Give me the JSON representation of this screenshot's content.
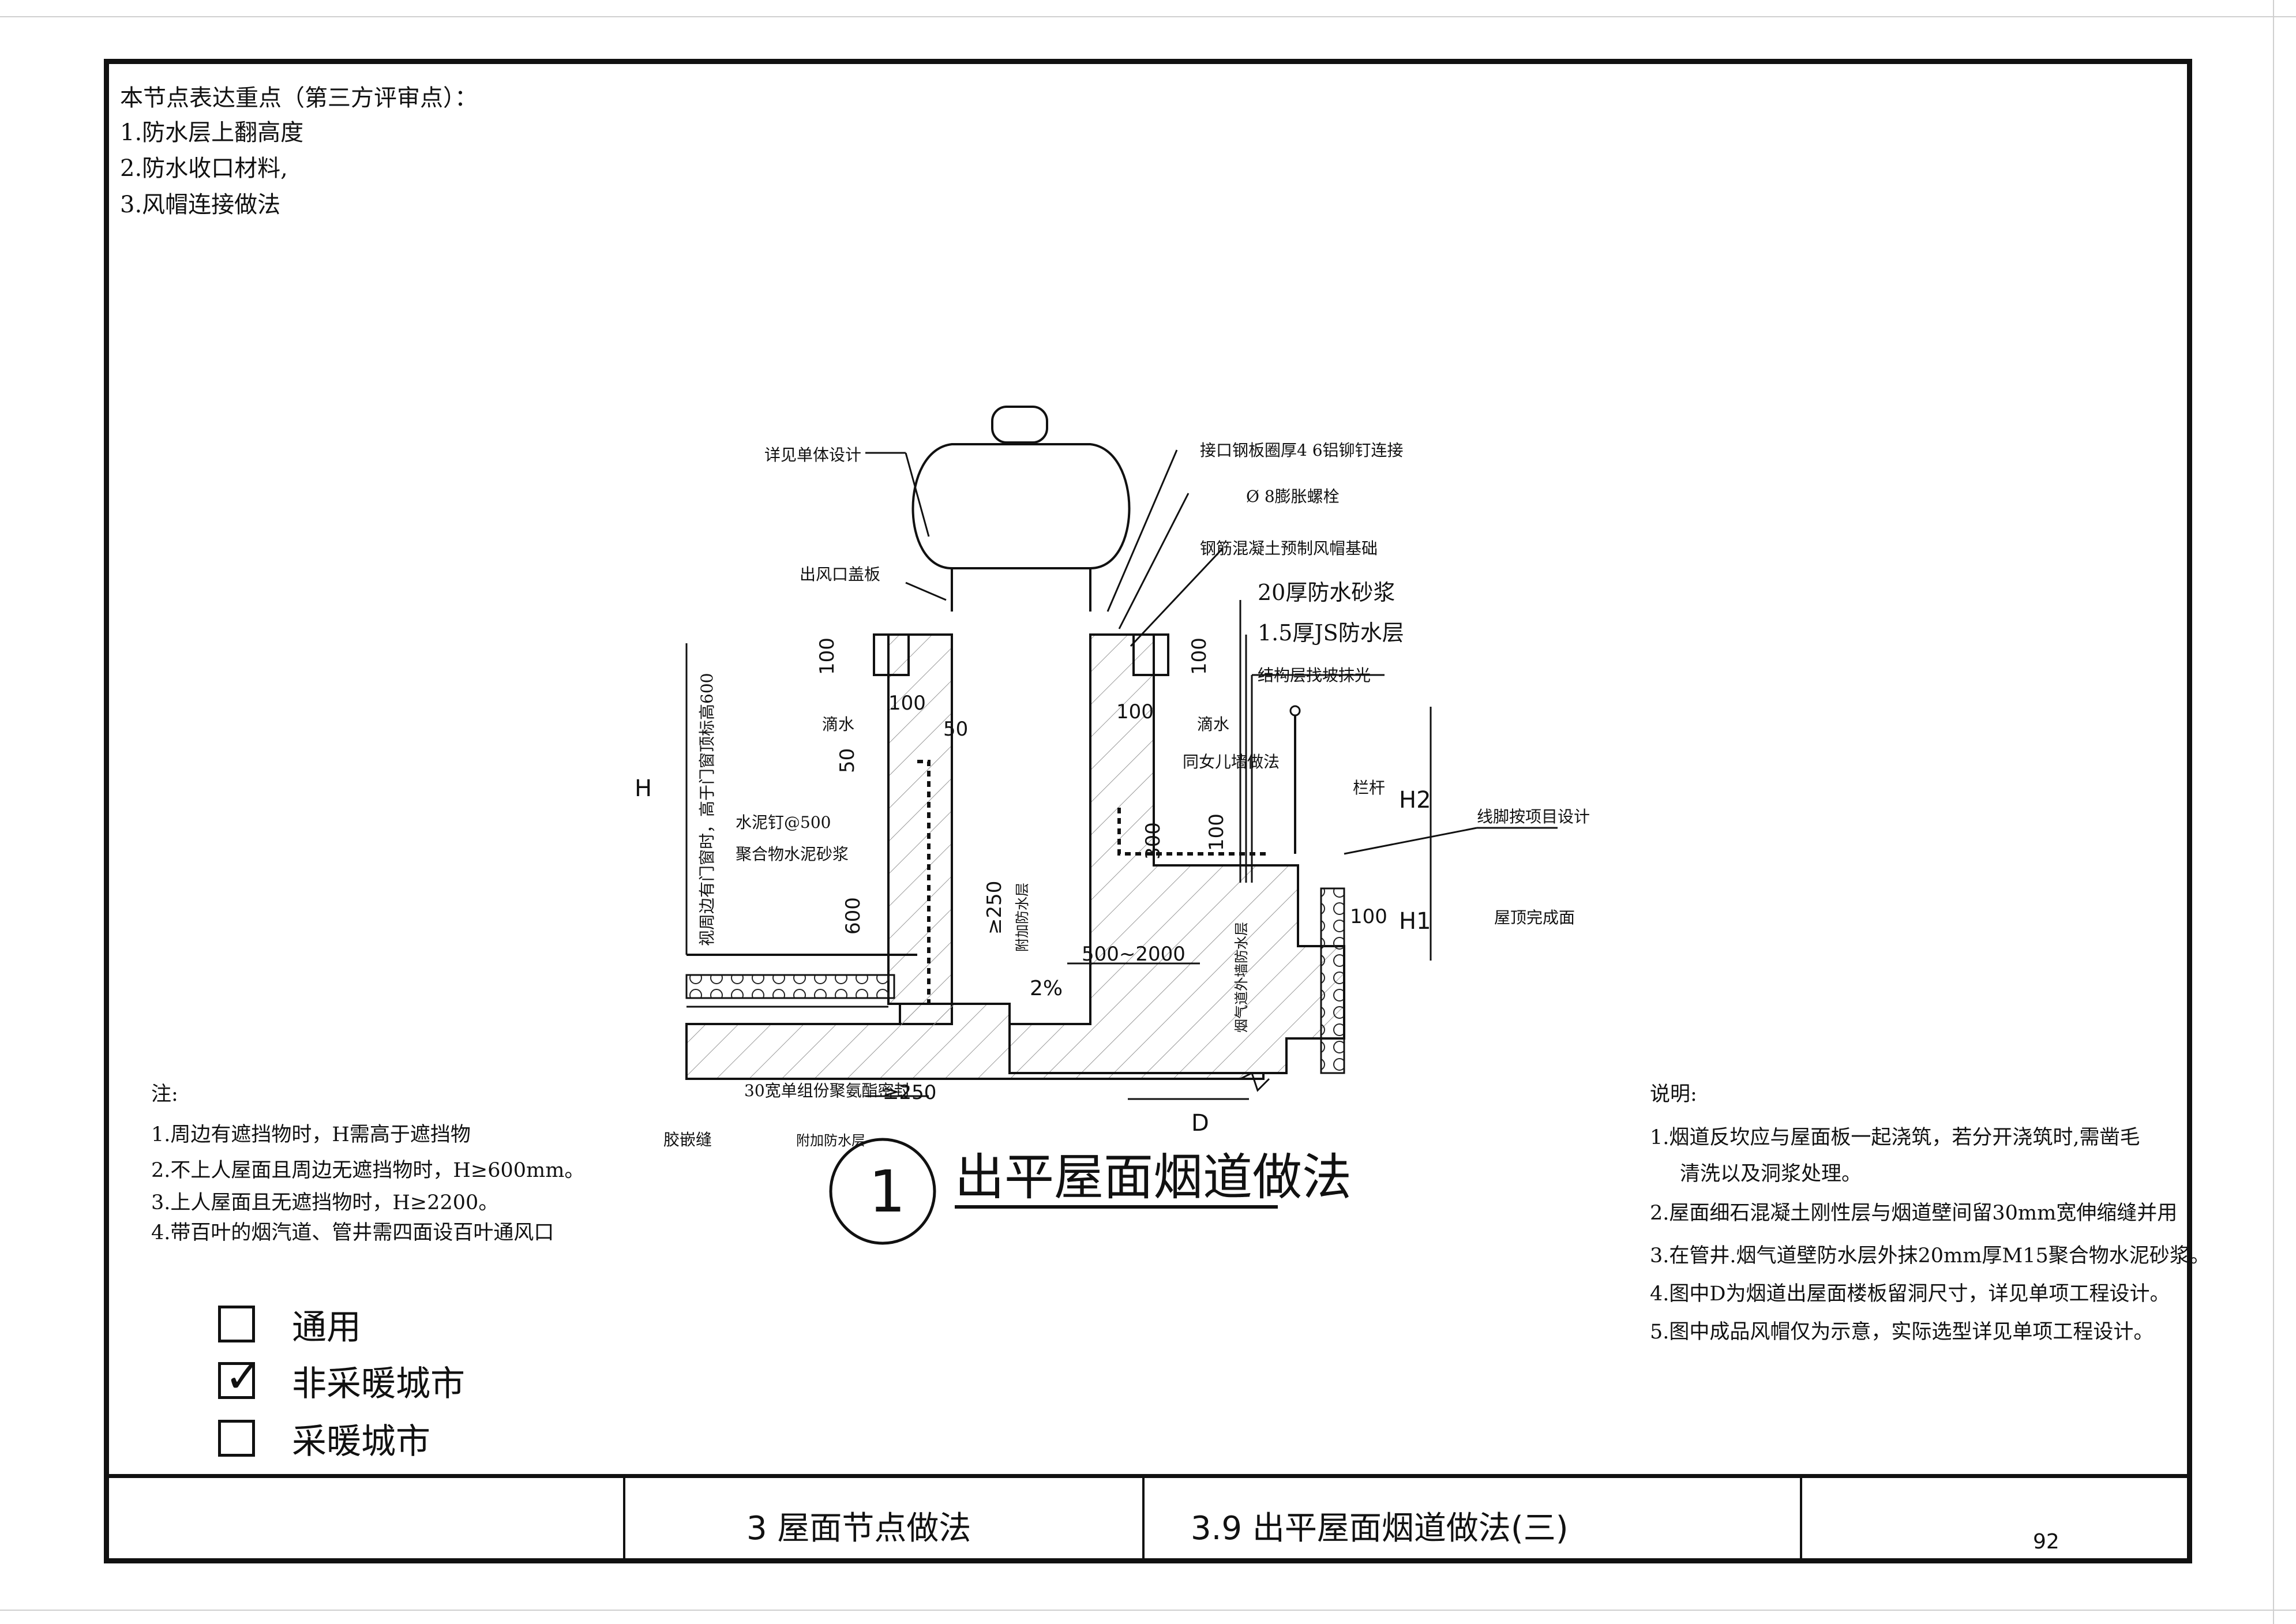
{
  "focus_points": {
    "title": "本节点表达重点（第三方评审点）：",
    "items": [
      "1.防水层上翻高度",
      "2.防水收口材料,",
      "3.风帽连接做法"
    ]
  },
  "notes_left": {
    "title": "注:",
    "items": [
      "1.周边有遮挡物时，H需高于遮挡物",
      "2.不上人屋面且周边无遮挡物时，H≥600mm。",
      "3.上人屋面且无遮挡物时，H≥2200。",
      "4.带百叶的烟汽道、管井需四面设百叶通风口"
    ]
  },
  "notes_right": {
    "title": "说明:",
    "items": [
      "1.烟道反坎应与屋面板一起浇筑，若分开浇筑时,需凿毛",
      "清洗以及洞浆处理。",
      "2.屋面细石混凝土刚性层与烟道壁间留30mm宽伸缩缝并用",
      "3.在管井.烟气道壁防水层外抹20mm厚M15聚合物水泥砂浆。",
      "4.图中D为烟道出屋面楼板留洞尺寸，详见单项工程设计。",
      "5.图中成品风帽仅为示意，实际选型详见单项工程设计。"
    ]
  },
  "checkboxes": [
    {
      "label": "通用",
      "checked": false
    },
    {
      "label": "非采暖城市",
      "checked": true
    },
    {
      "label": "采暖城市",
      "checked": false
    }
  ],
  "drawing": {
    "number": "1",
    "title": "出平屋面烟道做法",
    "labels": {
      "hood": "详见单体设计",
      "outlet_cover": "出风口盖板",
      "joint": "接口钢板圈厚4  6铝铆钉连接",
      "bolt": "Ø  8膨胀螺栓",
      "base": "钢筋混凝土预制风帽基础",
      "mortar": "20厚防水砂浆",
      "js": "1.5厚JS防水层",
      "structure": "结构层找坡抹光",
      "drip_left": "滴水",
      "drip_right": "滴水",
      "parapet": "同女儿墙做法",
      "railing": "栏杆",
      "foot": "线脚按项目设计",
      "floor": "屋顶完成面",
      "nail": "水泥钉@500",
      "polymer": "聚合物水泥砂浆",
      "height_note": "视周边有门窗时，高于门窗顶标高600",
      "extra_wp": "附加防水层",
      "extra_wp2": "附加防水层",
      "flue_layer": "烟气道外墙防水层",
      "joint_note1": "30宽单组份聚氨酯密封",
      "joint_note2": "胶嵌缝",
      "dim_H": "H",
      "dim_H1": "H1",
      "dim_H2": "H2",
      "dim_D": "D",
      "dim_100a": "100",
      "dim_100b": "100",
      "dim_100c": "100",
      "dim_100d": "100",
      "dim_100e": "100",
      "dim_100f": "100",
      "dim_50a": "50",
      "dim_50b": "50",
      "dim_600": "600",
      "dim_300": "300",
      "dim_250a": "≥250",
      "dim_250b": "≥250",
      "dim_span": "500~2000",
      "slope": "2%"
    }
  },
  "title_block": {
    "section": "3 屋面节点做法",
    "subsection": "3.9 出平屋面烟道做法(三)",
    "page": "92"
  }
}
